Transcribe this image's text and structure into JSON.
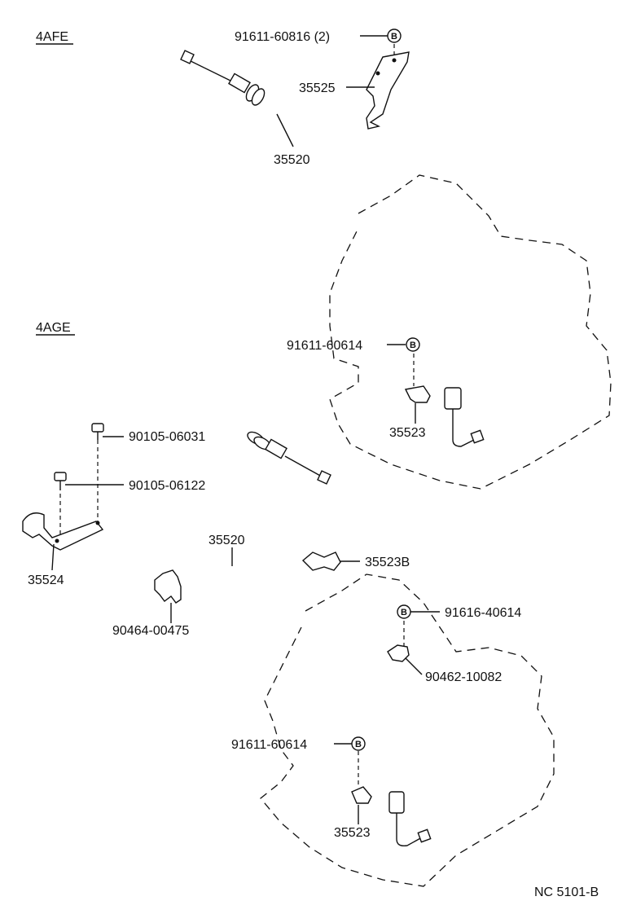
{
  "sections": {
    "upper": "4AFE",
    "lower": "4AGE"
  },
  "callout_letter": "B",
  "labels": {
    "u_bolt": "91611-60816 (2)",
    "u_bracket": "35525",
    "u_cable": "35520",
    "u_bolt2": "91611-60614",
    "u_clamp": "35523",
    "l_bolt1": "90105-06031",
    "l_bolt2": "90105-06122",
    "l_bracket": "35524",
    "l_cable": "35520",
    "l_clip": "35523B",
    "l_grommet": "90464-00475",
    "l_bolt3": "91616-40614",
    "l_nut": "90462-10082",
    "l_bolt4": "91611-60614",
    "l_clamp": "35523"
  },
  "footer": "NC 5101-B"
}
